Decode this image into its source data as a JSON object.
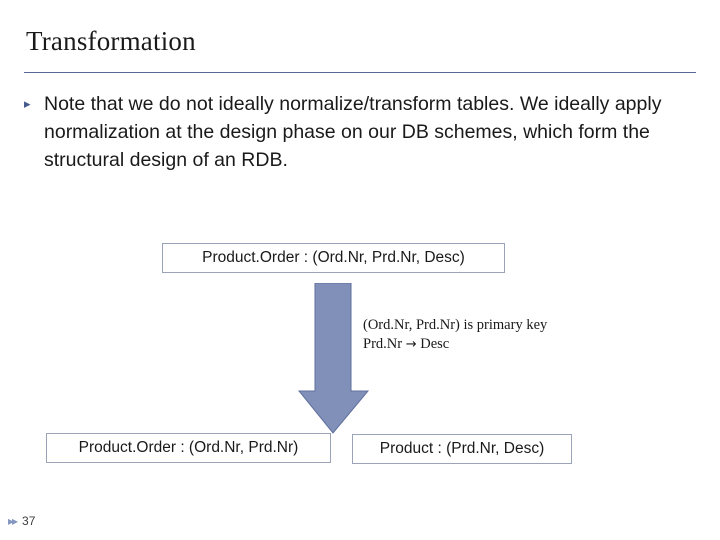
{
  "slide": {
    "title": "Transformation",
    "bullet_marker": "▸",
    "bullet_text": "Note that we do not ideally normalize/transform tables. We ideally apply normalization at the design phase on our DB schemes, which form the structural design of an RDB.",
    "boxes": {
      "source_table": "Product.Order : (Ord.Nr, Prd.Nr, Desc)",
      "result_table_left": "Product.Order : (Ord.Nr, Prd.Nr)",
      "result_table_right": "Product : (Prd.Nr, Desc)"
    },
    "annotation": {
      "line1": "(Ord.Nr, Prd.Nr)  is primary key",
      "line2_left": "Prd.Nr",
      "line2_arrow": "→",
      "line2_right": "Desc"
    },
    "arrow_color": "#8190b8",
    "arrow_border_color": "#5e6f9e",
    "accent_color": "#5b6a94",
    "footer": {
      "chevrons": "▸▸",
      "page_number": "37"
    }
  }
}
